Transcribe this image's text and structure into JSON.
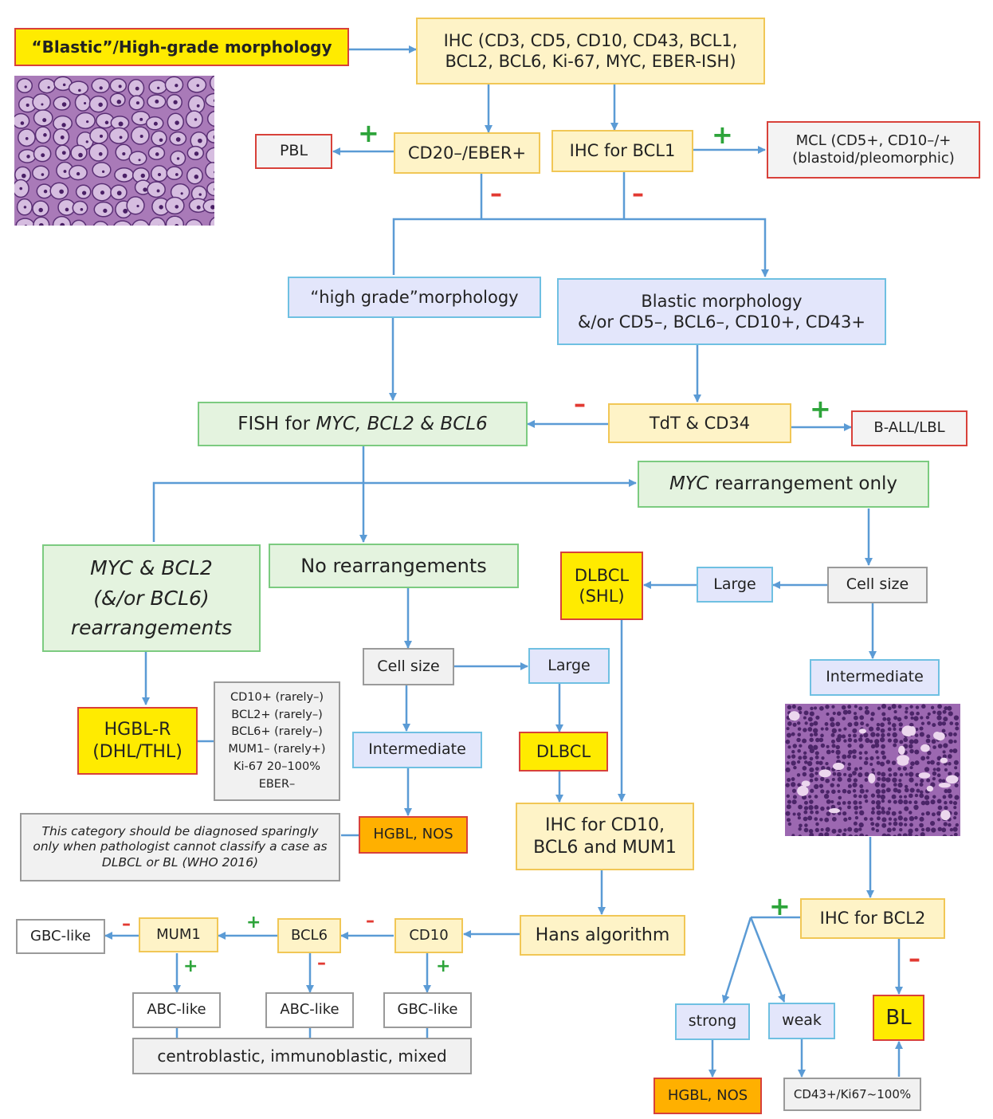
{
  "top": {
    "blastic": "“Blastic”/High-grade morphology",
    "ihc_main_l1": "IHC (CD3, CD5, CD10, CD43, BCL1,",
    "ihc_main_l2": "BCL2, BCL6, Ki-67, MYC, EBER-ISH)",
    "pbl": "PBL",
    "cd20": "CD20–/EBER+",
    "ihc_bcl1": "IHC for BCL1",
    "mcl_l1": "MCL (CD5+, CD10–/+",
    "mcl_l2": "(blastoid/pleomorphic)"
  },
  "mid": {
    "high_grade": "“high grade”morphology",
    "blastic_l1": "Blastic morphology",
    "blastic_l2": "&/or CD5–, BCL6–, CD10+, CD43+",
    "fish_prefix": "FISH for ",
    "fish_genes": "MYC, BCL2 & BCL6",
    "tdt": "TdT & CD34",
    "ball": "B-ALL/LBL",
    "myc_only_gene": "MYC",
    "myc_only_rest": " rearrangement only"
  },
  "left": {
    "mycbcl2_l1": "MYC & BCL2",
    "mycbcl2_l2": "(&/or BCL6)",
    "mycbcl2_l3": "rearrangements",
    "hgblr_l1": "HGBL-R",
    "hgblr_l2": "(DHL/THL)",
    "profile": [
      "CD10+ (rarely–)",
      "BCL2+ (rarely–)",
      "BCL6+ (rarely–)",
      "MUM1– (rarely+)",
      "Ki-67 20–100%",
      "EBER–"
    ],
    "note": "This category should be diagnosed sparingly only when pathologist cannot classify a case as DLBCL or BL (WHO 2016)"
  },
  "center": {
    "no_rearr": "No rearrangements",
    "cell_size": "Cell size",
    "large": "Large",
    "intermediate": "Intermediate",
    "dlbcl": "DLBCL",
    "hgbl_nos": "HGBL, NOS",
    "ihc_hans_l1": "IHC for CD10,",
    "ihc_hans_l2": "BCL6 and MUM1",
    "hans": "Hans algorithm"
  },
  "right": {
    "dlbcl_shl_l1": "DLBCL",
    "dlbcl_shl_l2": "(SHL)",
    "large": "Large",
    "cell_size": "Cell size",
    "intermediate": "Intermediate",
    "ihc_bcl2": "IHC for BCL2",
    "strong": "strong",
    "weak": "weak",
    "bl": "BL",
    "hgbl_nos": "HGBL, NOS",
    "cd43": "CD43+/Ki67~100%"
  },
  "hans_tree": {
    "cd10": "CD10",
    "bcl6": "BCL6",
    "mum1": "MUM1",
    "gbc_left": "GBC-like",
    "abc1": "ABC-like",
    "abc2": "ABC-like",
    "gbc2": "GBC-like",
    "subtypes": "centroblastic, immunoblastic, mixed"
  },
  "signs": {
    "plus": "+",
    "minus": "–"
  },
  "colors": {
    "arrow": "#5b9bd5",
    "yellow_fill": "#fef3c7",
    "blue_fill": "#e3e6fb",
    "green_fill": "#e4f3df",
    "highlight": "#ffeb00",
    "orange": "#ffb000",
    "red_border": "#d8413a"
  }
}
